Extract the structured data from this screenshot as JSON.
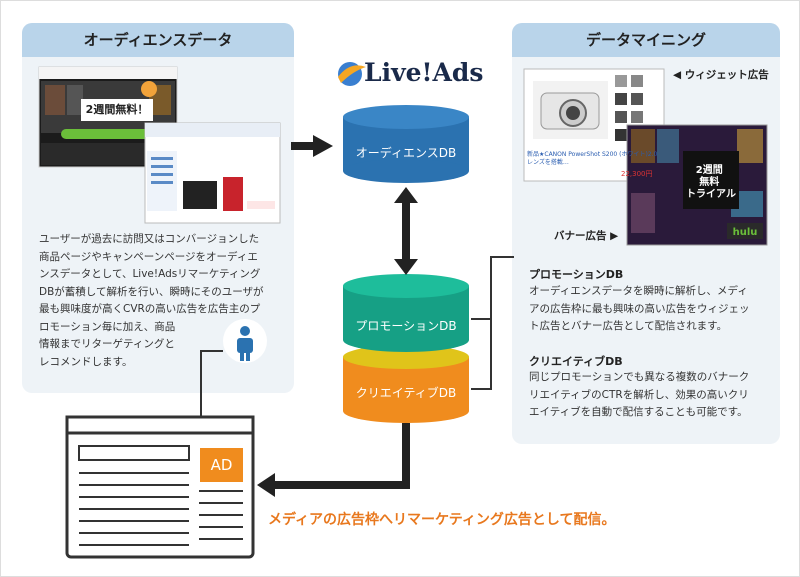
{
  "left_panel": {
    "title": "オーディエンスデータ",
    "body": "ユーザーが過去に訪問又はコンバージョンした\n商品ページやキャンペーンページをオーディエ\nンスデータとして、Live!Adsリマーケティング\nDBが蓄積して解析を行い、瞬時にそのユーザが\n最も興味度が高くCVRの高い広告を広告主のプ\nロモーション毎に加え、商品\n情報までリターゲティングと\nレコメンドします。"
  },
  "right_panel": {
    "title": "データマイニング",
    "widget_label": "◀ ウィジェット広告",
    "banner_label": "バナー広告 ▶",
    "promotion_title": "プロモーションDB",
    "promotion_body": "オーディエンスデータを瞬時に解析し、メディ\nアの広告枠に最も興味の高い広告をウィジェッ\nト広告とバナー広告として配信されます。",
    "creative_title": "クリエイティブDB",
    "creative_body": "同じプロモーションでも異なる複数のバナーク\nリエイティブのCTRを解析し、効果の高いクリ\nエイティブを自動で配信することも可能です。"
  },
  "logo": {
    "text": "Live!Ads"
  },
  "databases": {
    "audience": "オーディエンスDB",
    "promotion": "プロモーションDB",
    "creative": "クリエイティブDB"
  },
  "media": {
    "ad_label": "AD"
  },
  "thumbnails": {
    "hulu_headline": "2週間無料！",
    "banner_headline": "2週間\n無料\nトライアル",
    "banner_brand": "hulu",
    "camera_caption": "新品★CANON PowerShot S200 (ホワイト)2.0レンズを搭載…",
    "camera_price": "22,300円"
  },
  "footer_message": "メディアの広告枠へリマーケティング広告として配信。",
  "colors": {
    "audience_db": "#2b72b0",
    "promotion_db": "#16a085",
    "creative_db": "#f08c1e",
    "accent_text": "#e8781e",
    "panel_bg": "#eef3f7",
    "panel_head": "#b9d4ea",
    "arrow": "#222222"
  }
}
